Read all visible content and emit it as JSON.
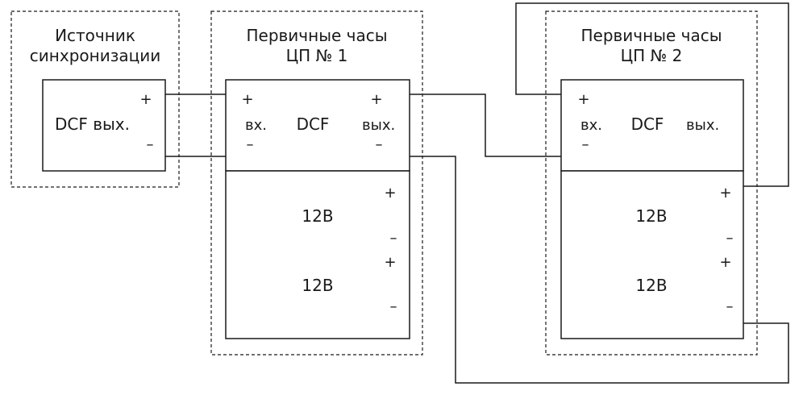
{
  "source": {
    "title_line1": "Источник",
    "title_line2": "синхронизации",
    "dcf_label": "DCF вых.",
    "plus": "+",
    "minus": "–"
  },
  "clock1": {
    "title_line1": "Первичные часы",
    "title_line2": "ЦП № 1",
    "in_label": "вх.",
    "dcf_label": "DCF",
    "out_label": "вых.",
    "psu1_label": "12В",
    "psu2_label": "12В",
    "plus": "+",
    "minus": "–"
  },
  "clock2": {
    "title_line1": "Первичные часы",
    "title_line2": "ЦП № 2",
    "in_label": "вх.",
    "dcf_label": "DCF",
    "out_label": "вых.",
    "psu1_label": "12В",
    "psu2_label": "12В",
    "plus": "+",
    "minus": "–"
  }
}
